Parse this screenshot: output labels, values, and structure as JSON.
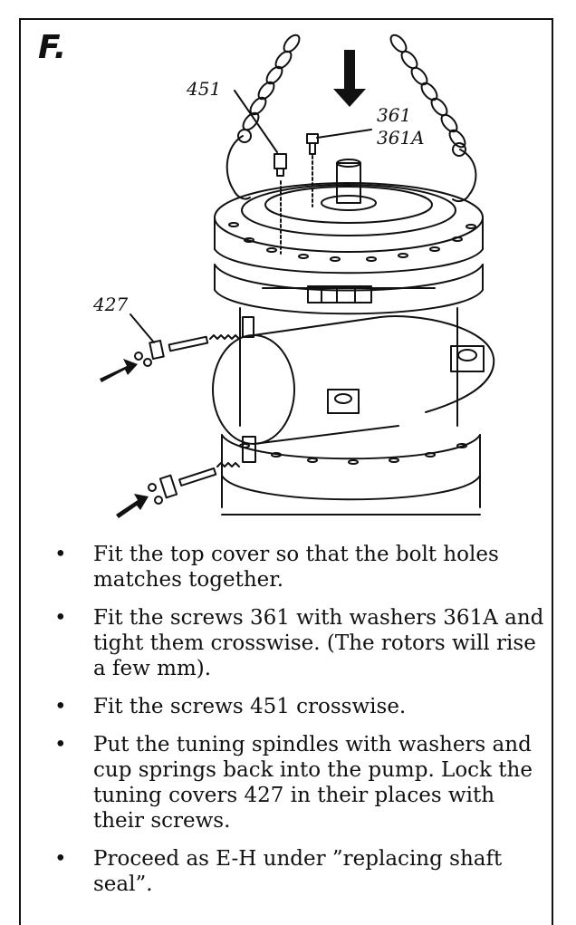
{
  "figure": {
    "step_label": "F.",
    "callouts": {
      "a": "451",
      "b": "361",
      "c": "361A",
      "d": "427"
    }
  },
  "instructions": [
    "Fit the top cover so that the bolt holes matches together.",
    "Fit the screws 361 with washers 361A and tight them crosswise. (The rotors will rise a few mm).",
    "Fit the screws 451 crosswise.",
    "Put the tuning spindles with washers and cup springs back into the pump. Lock the tuning covers 427 in their places with their screws.",
    "Proceed as E-H under ”replacing shaft seal”."
  ],
  "bullet_glyph": "•"
}
